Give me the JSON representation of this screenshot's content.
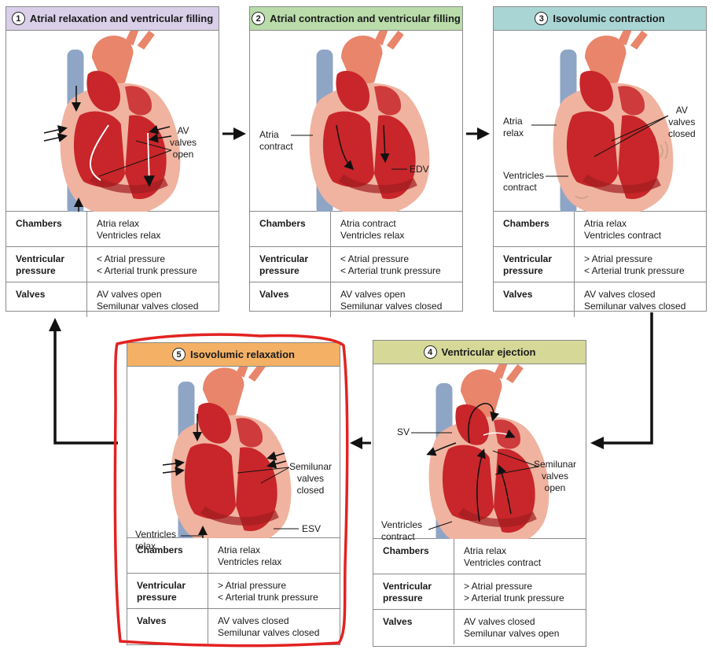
{
  "colors": {
    "p1_header": "#d9cfe8",
    "p2_header": "#b9dcaa",
    "p3_header": "#a9d6d5",
    "p4_header": "#d6d898",
    "p5_header": "#f4b165",
    "highlight": "#e32222"
  },
  "row_labels": {
    "chambers": "Chambers",
    "ventricular_pressure": "Ventricular\npressure",
    "valves": "Valves"
  },
  "panels": {
    "p1": {
      "num": "1",
      "title": "Atrial relaxation and ventricular filling",
      "labels": {
        "av": "AV\nvalves\nopen"
      },
      "chambers": "Atria relax\nVentricles relax",
      "pressure": "< Atrial pressure\n< Arterial trunk pressure",
      "valves": "AV valves open\nSemilunar valves closed"
    },
    "p2": {
      "num": "2",
      "title": "Atrial contraction and ventricular filling",
      "labels": {
        "atria": "Atria\ncontract",
        "edv": "EDV"
      },
      "chambers": "Atria contract\nVentricles relax",
      "pressure": "< Atrial pressure\n< Arterial trunk pressure",
      "valves": "AV valves open\nSemilunar valves closed"
    },
    "p3": {
      "num": "3",
      "title": "Isovolumic contraction",
      "labels": {
        "atria": "Atria\nrelax",
        "av": "AV\nvalves\nclosed",
        "ventricles": "Ventricles\ncontract"
      },
      "chambers": "Atria relax\nVentricles contract",
      "pressure": "> Atrial pressure\n< Arterial trunk pressure",
      "valves": "AV valves closed\nSemilunar valves closed"
    },
    "p4": {
      "num": "4",
      "title": "Ventricular ejection",
      "labels": {
        "sv": "SV",
        "semilunar": "Semilunar\nvalves\nopen",
        "ventricles": "Ventricles\ncontract"
      },
      "chambers": "Atria relax\nVentricles contract",
      "pressure": "> Atrial pressure\n> Arterial trunk pressure",
      "valves": "AV valves closed\nSemilunar valves open"
    },
    "p5": {
      "num": "5",
      "title": "Isovolumic relaxation",
      "labels": {
        "semilunar": "Semilunar\nvalves\nclosed",
        "esv": "ESV",
        "ventricles": "Ventricles\nrelax"
      },
      "chambers": "Atria relax\nVentricles relax",
      "pressure": "> Atrial pressure\n< Arterial trunk pressure",
      "valves": "AV valves closed\nSemilunar valves closed"
    }
  }
}
